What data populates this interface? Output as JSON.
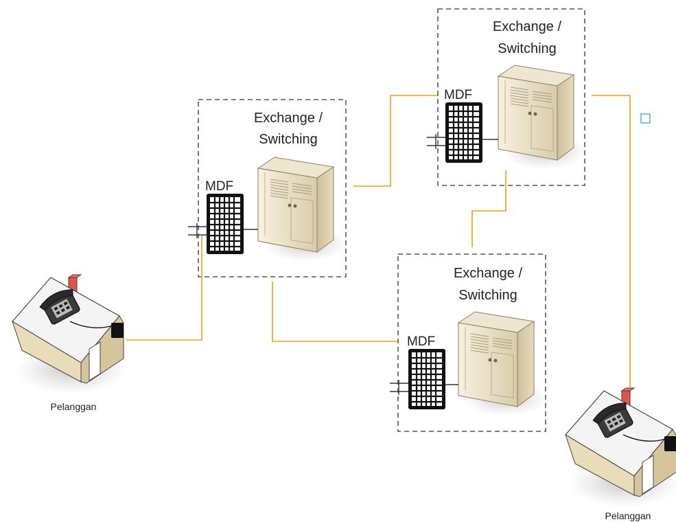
{
  "exchanges": [
    {
      "title_line1": "Exchange /",
      "title_line2": "Switching",
      "mdf_label": "MDF"
    },
    {
      "title_line1": "Exchange /",
      "title_line2": "Switching",
      "mdf_label": "MDF"
    },
    {
      "title_line1": "Exchange /",
      "title_line2": "Switching",
      "mdf_label": "MDF"
    }
  ],
  "customers": [
    {
      "label": "Pelanggan"
    },
    {
      "label": "Pelanggan"
    }
  ],
  "colors": {
    "link": "#E8A317",
    "box_border": "#555555",
    "server_body": "#EDE3CB",
    "marker": "#3BB3D6"
  },
  "icons": [
    "house-icon",
    "telephone-icon",
    "server-icon",
    "mdf-panel-icon"
  ]
}
